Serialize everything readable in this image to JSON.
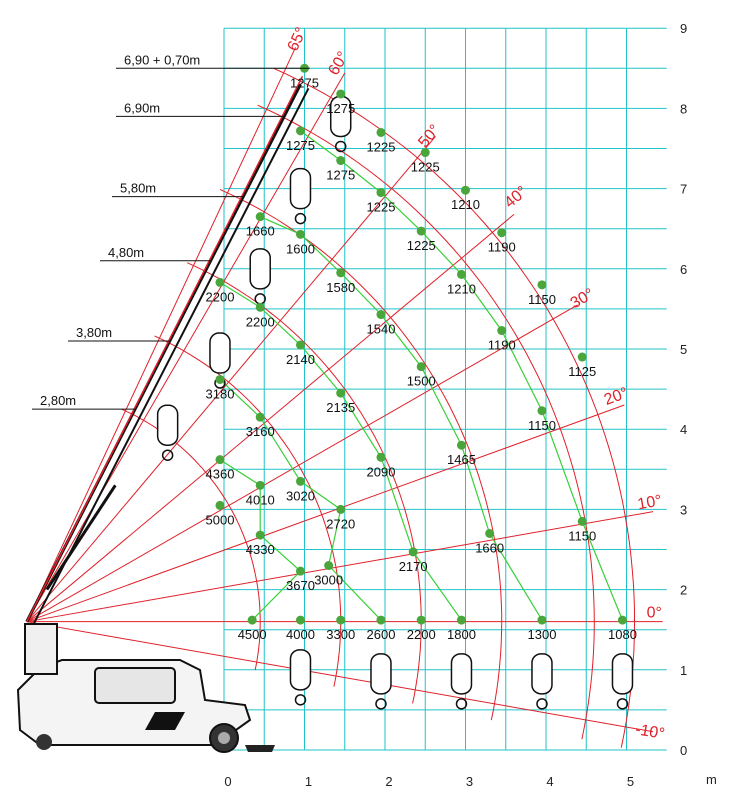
{
  "chart_data": {
    "type": "scatter",
    "title": "",
    "x_unit": "m",
    "xlim": [
      -1,
      5.25
    ],
    "ylim": [
      0,
      9
    ],
    "x_ticks": [
      "0",
      "1",
      "2",
      "3",
      "4",
      "5"
    ],
    "y_ticks": [
      "0",
      "1",
      "2",
      "3",
      "4",
      "5",
      "6",
      "7",
      "8",
      "9"
    ],
    "grid": true,
    "colors": {
      "grid": "#22c3c9",
      "radius_line": "#e0202a",
      "angle_line": "#e0202a",
      "load_curve": "#39d039",
      "point": "#4aa63a"
    },
    "boom_lengths": [
      {
        "label": "6,90 + 0,70m",
        "y": 8.5
      },
      {
        "label": "6,90m",
        "y": 7.9
      },
      {
        "label": "5,80m",
        "y": 6.9
      },
      {
        "label": "4,80m",
        "y": 6.1
      },
      {
        "label": "3,80m",
        "y": 5.1
      },
      {
        "label": "2,80m",
        "y": 4.25
      }
    ],
    "angles": [
      "65°",
      "60°",
      "50°",
      "40°",
      "30°",
      "20°",
      "10°",
      "0°",
      "-10°"
    ],
    "load_points": [
      {
        "x": 1.0,
        "y": 8.5,
        "load": "1275"
      },
      {
        "x": 1.45,
        "y": 8.18,
        "load": "1275"
      },
      {
        "x": 1.95,
        "y": 7.7,
        "load": "1225"
      },
      {
        "x": 2.5,
        "y": 7.45,
        "load": "1225"
      },
      {
        "x": 3.0,
        "y": 6.98,
        "load": "1210"
      },
      {
        "x": 3.45,
        "y": 6.45,
        "load": "1190"
      },
      {
        "x": 3.95,
        "y": 5.8,
        "load": "1150"
      },
      {
        "x": 4.45,
        "y": 4.9,
        "load": "1125"
      },
      {
        "x": 0.95,
        "y": 7.72,
        "load": "1275"
      },
      {
        "x": 1.45,
        "y": 7.35,
        "load": "1275"
      },
      {
        "x": 1.95,
        "y": 6.95,
        "load": "1225"
      },
      {
        "x": 2.45,
        "y": 6.47,
        "load": "1225"
      },
      {
        "x": 2.95,
        "y": 5.93,
        "load": "1210"
      },
      {
        "x": 3.45,
        "y": 5.23,
        "load": "1190"
      },
      {
        "x": 3.95,
        "y": 4.23,
        "load": "1150"
      },
      {
        "x": 4.45,
        "y": 2.85,
        "load": "1150"
      },
      {
        "x": 4.95,
        "y": 1.62,
        "load": "1080"
      },
      {
        "x": 0.45,
        "y": 6.65,
        "load": "1660"
      },
      {
        "x": 0.95,
        "y": 6.43,
        "load": "1600"
      },
      {
        "x": 1.45,
        "y": 5.95,
        "load": "1580"
      },
      {
        "x": 1.95,
        "y": 5.43,
        "load": "1540"
      },
      {
        "x": 2.45,
        "y": 4.78,
        "load": "1500"
      },
      {
        "x": 2.95,
        "y": 3.8,
        "load": "1465"
      },
      {
        "x": 3.3,
        "y": 2.7,
        "load": "1660"
      },
      {
        "x": 3.95,
        "y": 1.62,
        "load": "1300"
      },
      {
        "x": -0.05,
        "y": 5.83,
        "load": "2200"
      },
      {
        "x": 0.45,
        "y": 5.52,
        "load": "2200"
      },
      {
        "x": 0.95,
        "y": 5.05,
        "load": "2140"
      },
      {
        "x": 1.45,
        "y": 4.45,
        "load": "2135"
      },
      {
        "x": 1.95,
        "y": 3.65,
        "load": "2090"
      },
      {
        "x": 2.35,
        "y": 2.47,
        "load": "2170"
      },
      {
        "x": 2.95,
        "y": 1.62,
        "load": "1800"
      },
      {
        "x": -0.05,
        "y": 4.62,
        "load": "3180"
      },
      {
        "x": 0.45,
        "y": 4.15,
        "load": "3160"
      },
      {
        "x": 0.95,
        "y": 3.35,
        "load": "3020"
      },
      {
        "x": 1.45,
        "y": 3.0,
        "load": "2720"
      },
      {
        "x": 1.3,
        "y": 2.3,
        "load": "3000"
      },
      {
        "x": 1.95,
        "y": 1.62,
        "load": "2600"
      },
      {
        "x": 2.45,
        "y": 1.62,
        "load": "2200"
      },
      {
        "x": -0.05,
        "y": 3.62,
        "load": "4360"
      },
      {
        "x": 0.45,
        "y": 3.3,
        "load": "4010"
      },
      {
        "x": -0.05,
        "y": 3.05,
        "load": "5000"
      },
      {
        "x": 0.45,
        "y": 2.68,
        "load": "4330"
      },
      {
        "x": 0.95,
        "y": 2.23,
        "load": "3670"
      },
      {
        "x": 0.35,
        "y": 1.62,
        "load": "4500"
      },
      {
        "x": 0.95,
        "y": 1.62,
        "load": "4000"
      },
      {
        "x": 1.45,
        "y": 1.62,
        "load": "3300"
      }
    ]
  }
}
